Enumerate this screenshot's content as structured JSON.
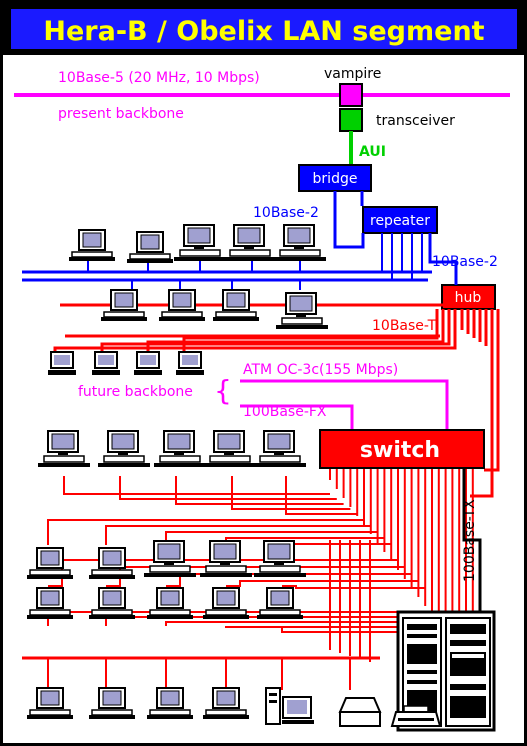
{
  "title": "Hera-B / Obelix LAN segment",
  "labels": {
    "backbone_spec": "10Base-5 (20 MHz, 10 Mbps)",
    "present_backbone": "present backbone",
    "vampire": "vampire",
    "transceiver": "transceiver",
    "aui": "AUI",
    "bridge": "bridge",
    "tenbase2_a": "10Base-2",
    "repeater": "repeater",
    "tenbase2_b": "10Base-2",
    "hub": "hub",
    "tenbaseT": "10Base-T",
    "atm": "ATM OC-3c(155 Mbps)",
    "future_backbone": "future backbone",
    "fx": "100Base-FX",
    "switch": "switch",
    "tx": "100Base-TX"
  },
  "colors": {
    "frame": "#000000",
    "title_bg": "#1a1aff",
    "title_text": "#ffff00",
    "magenta": "#ff00ff",
    "blue": "#0000ff",
    "red": "#ff0000",
    "green": "#00d000",
    "screen": "#a0a0d0"
  }
}
